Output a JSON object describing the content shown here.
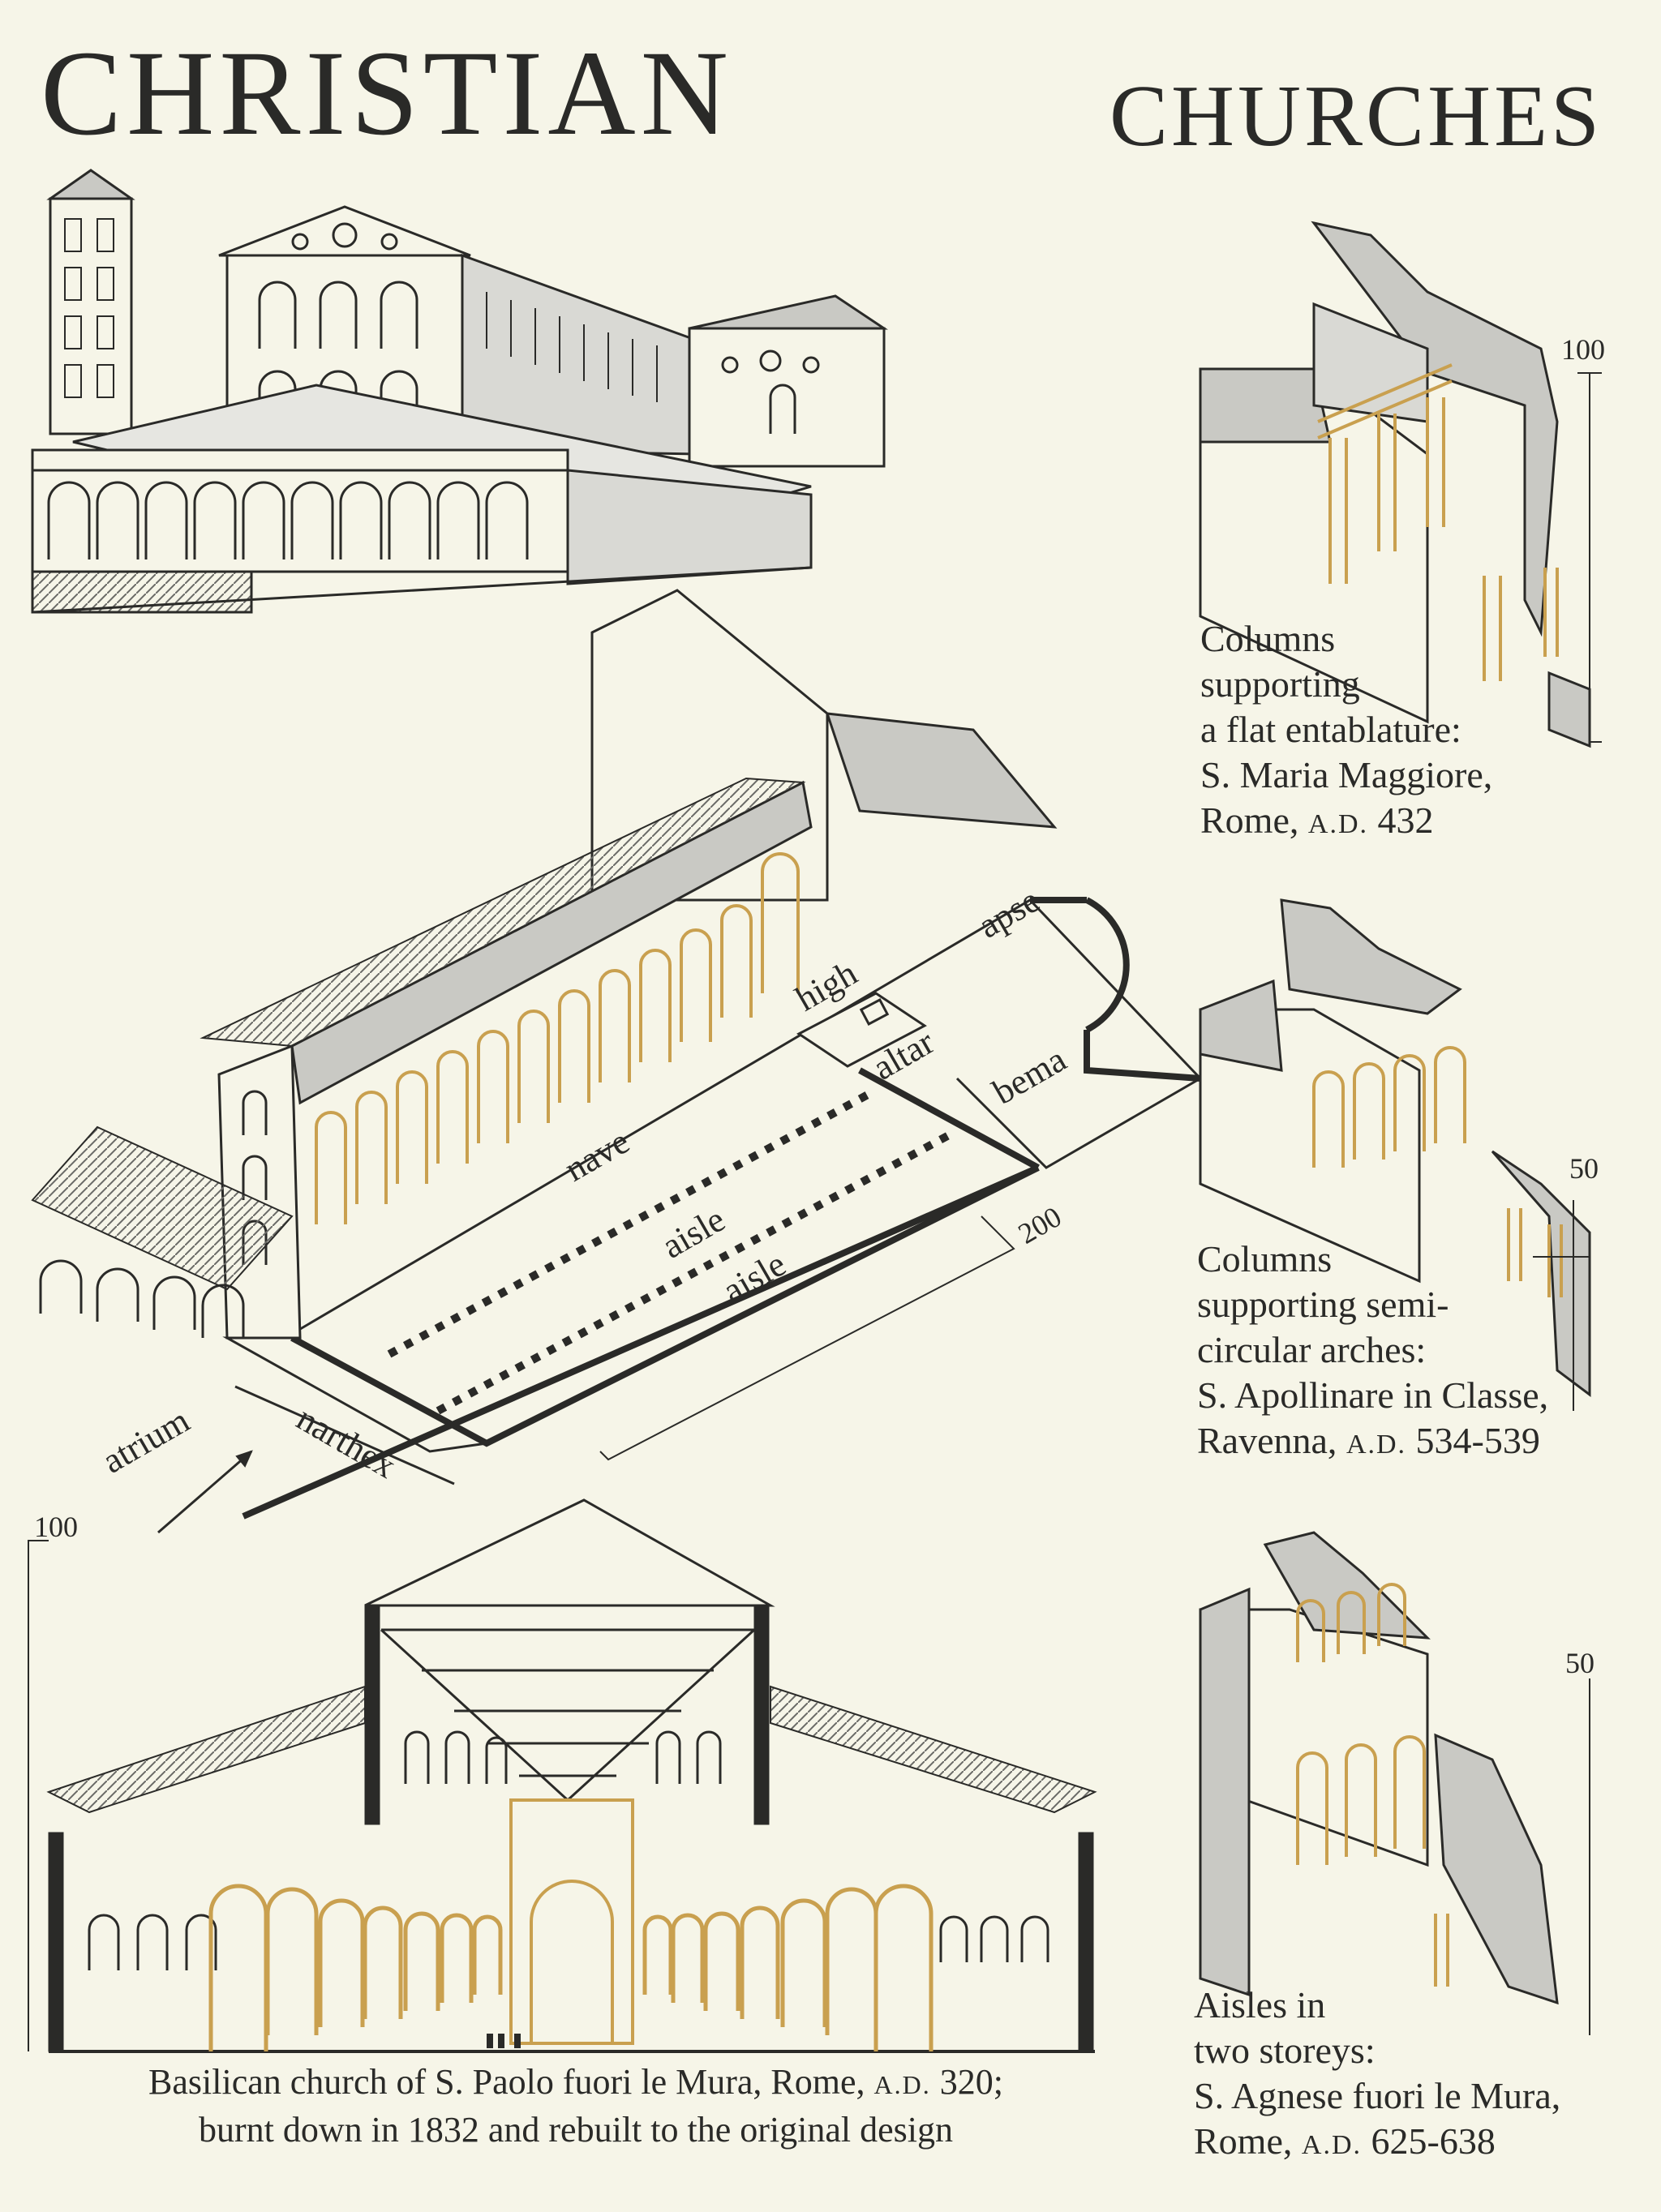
{
  "header": {
    "title_left": "CHRISTIAN",
    "title_right": "CHURCHES"
  },
  "plan_labels": {
    "apse": "apse",
    "high": "high",
    "altar": "altar",
    "bema": "bema",
    "nave": "nave",
    "aisle_1": "aisle",
    "aisle_2": "aisle",
    "narthex": "narthex",
    "atrium": "atrium",
    "scale_200": "200"
  },
  "section_scale": "100",
  "sections": [
    {
      "scale": "100",
      "caption_lines": [
        "Columns",
        "supporting",
        "a flat entablature:",
        "S. Maria Maggiore,"
      ],
      "place": "Rome,",
      "era": "A.D.",
      "year": "432"
    },
    {
      "scale": "50",
      "caption_lines": [
        "Columns",
        "supporting semi-",
        "circular arches:",
        "S. Apollinare in Classe,"
      ],
      "place": "Ravenna,",
      "era": "A.D.",
      "year": "534-539"
    },
    {
      "scale": "50",
      "caption_lines": [
        "Aisles in",
        "two storeys:",
        "S. Agnese fuori le Mura,"
      ],
      "place": "Rome,",
      "era": "A.D.",
      "year": "625-638"
    }
  ],
  "bottom_caption": {
    "line1_text": "Basilican church of S. Paolo fuori le Mura, Rome,",
    "line1_era": "A.D.",
    "line1_year": "320;",
    "line2": "burnt down in 1832 and rebuilt to the original design"
  },
  "colors": {
    "background": "#f6f5e8",
    "ink": "#2a2a28",
    "shade": "#c9c9c4",
    "ochre": "#c9a04f"
  }
}
